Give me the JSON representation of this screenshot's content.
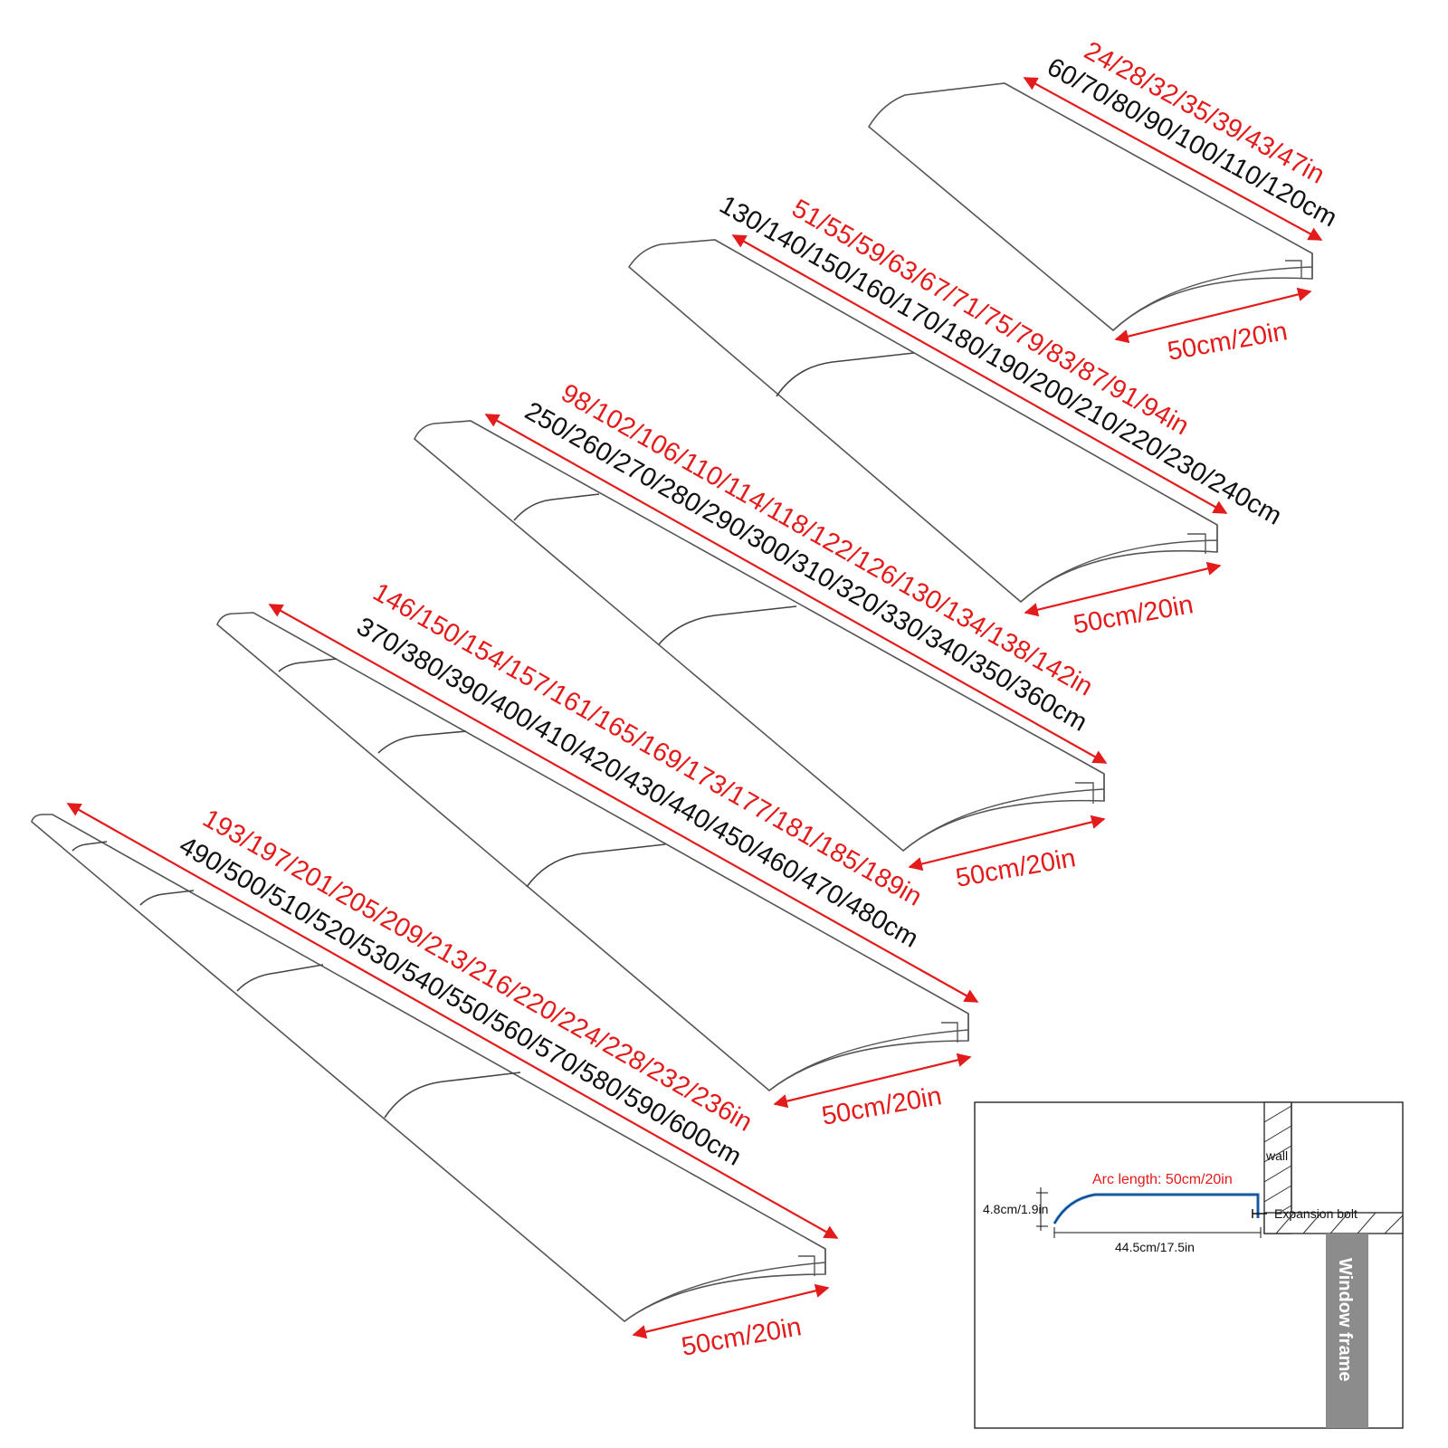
{
  "colors": {
    "accent_red": "#e31b1b",
    "text_black": "#111111",
    "panel_outline": "#555555",
    "wall_gray": "#8c8c8c",
    "profile_blue": "#2f7fd0"
  },
  "panels": [
    {
      "inches": "24/28/32/35/39/43/47in",
      "cm": "60/70/80/90/100/110/120cm",
      "depth": "50cm/20in"
    },
    {
      "inches": "51/55/59/63/67/71/75/79/83/87/91/94in",
      "cm": "130/140/150/160/170/180/190/200/210/220/230/240cm",
      "depth": "50cm/20in"
    },
    {
      "inches": "98/102/106/110/114/118/122/126/130/134/138/142in",
      "cm": "250/260/270/280/290/300/310/320/330/340/350/360cm",
      "depth": "50cm/20in"
    },
    {
      "inches": "146/150/154/157/161/165/169/173/177/181/185/189in",
      "cm": "370/380/390/400/410/420/430/440/450/460/470/480cm",
      "depth": "50cm/20in"
    },
    {
      "inches": "193/197/201/205/209/213/216/220/224/228/232/236in",
      "cm": "490/500/510/520/530/540/550/560/570/580/590/600cm",
      "depth": "50cm/20in"
    }
  ],
  "inset": {
    "wall": "wall",
    "arc_length": "Arc length: 50cm/20in",
    "height": "4.8cm/1.9in",
    "expansion_bolt": "Expansion bolt",
    "width": "44.5cm/17.5in",
    "window_frame": "Window frame"
  }
}
